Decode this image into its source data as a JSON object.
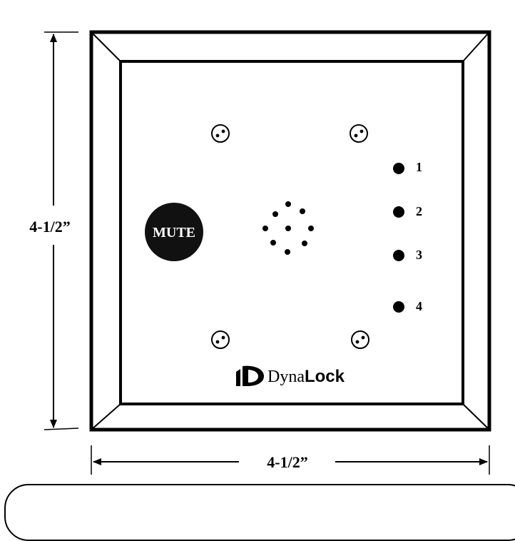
{
  "dimensions": {
    "height_label": "4-1/2”",
    "width_label": "4-1/2”"
  },
  "panel": {
    "mute_label": "MUTE",
    "leds": [
      {
        "label": "1"
      },
      {
        "label": "2"
      },
      {
        "label": "3"
      },
      {
        "label": "4"
      }
    ],
    "screw_count": 4,
    "speaker_hole_count": 9
  },
  "brand": {
    "name_regular": "Dyna",
    "name_bold": "Lock",
    "logo_icon": "dynalock-d-logo-icon"
  },
  "colors": {
    "line": "#000000",
    "background": "#ffffff",
    "mute_fill": "#111111"
  }
}
